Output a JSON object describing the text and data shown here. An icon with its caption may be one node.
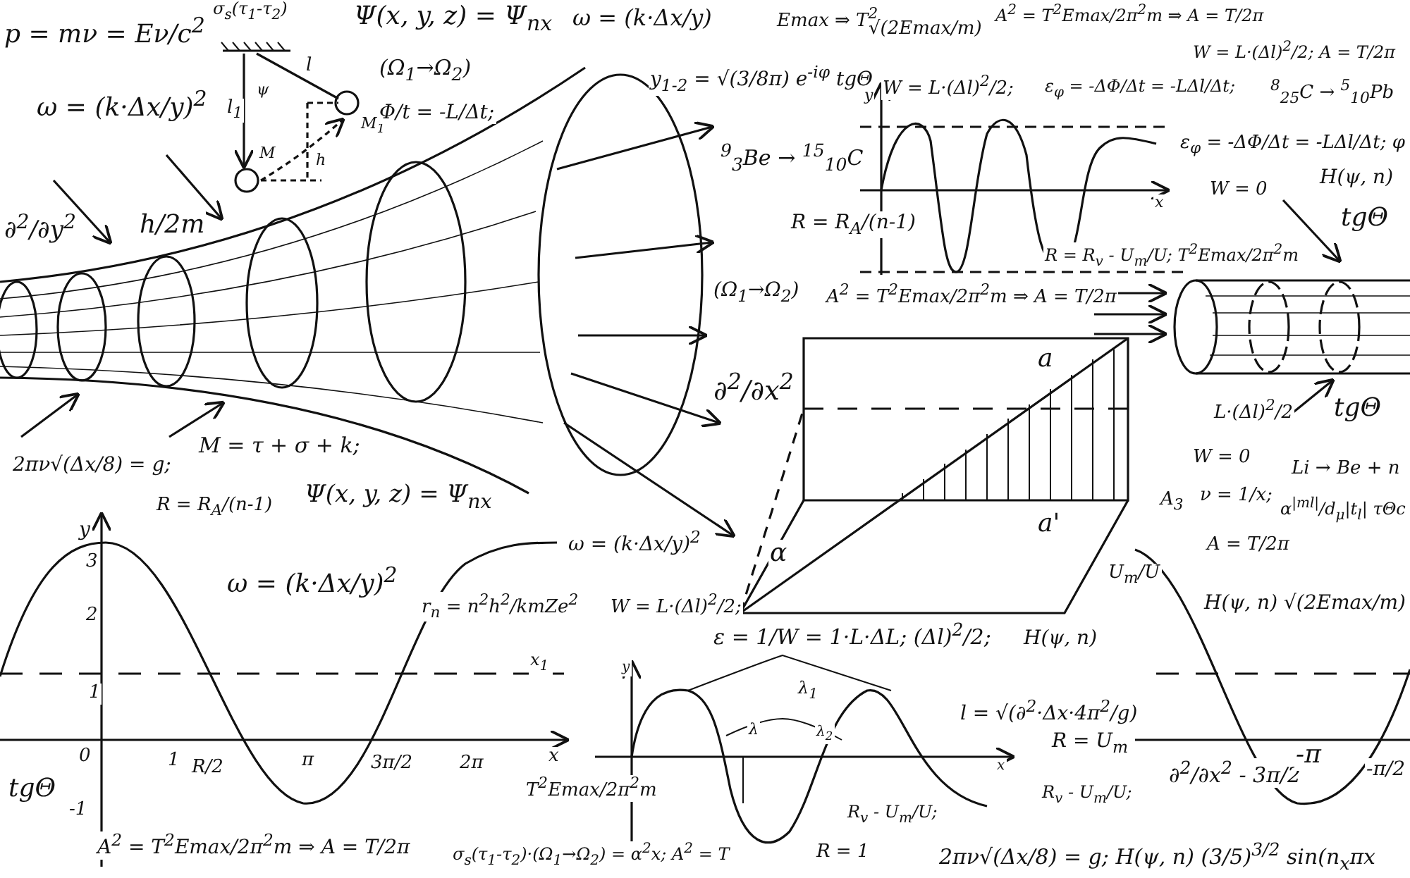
{
  "diagram": {
    "labels": [
      "p = mν = Eν/c$^{2}$",
      "ω = (k·Δx/y)$^{2}$",
      "∂$^{2}$/∂y$^{2}$",
      "h/2m",
      "σ$_{s}$(τ$_{1}$-τ$_{2}$)",
      "l",
      "l$_{1}$",
      "ψ",
      "M",
      "M$_{1}$",
      "h",
      "Φ/t = -L/Δt;",
      "Ψ(x, y, z) = Ψ$_{nx}$",
      "ω = (k·Δx/y)",
      "(Ω$_{1}$→Ω$_{2}$)",
      "Emax ⇒ T$^{2}$",
      "√(2Emax/m)",
      "y$_{1-2}$ = √(3/8π) e$^{-iφ}$ tgΘ",
      "W = L·(Δl)$^{2}$/2;",
      "ε$_{φ}$ = -ΔΦ/Δt = -LΔl/Δt;",
      "$^{8}$$_{25}$C → $^{5}$$_{10}$Pb",
      "A$^{2}$ = T$^{2}$Emax/2π$^{2}$m ⇒ A = T/2π",
      "W = L·(Δl)$^{2}$/2; A = T/2π",
      "$^{9}$$_{3}$Be → $^{15}$$_{10}$C",
      "R = R$_{A}$/(n-1)",
      "(Ω$_{1}$→Ω$_{2}$)",
      "A$^{2}$ = T$^{2}$Emax/2π$^{2}$m ⇒ A = T/2π",
      "ε$_{φ}$ = -ΔΦ/Δt = -LΔl/Δt; φ",
      "W = 0",
      "H(ψ, n)",
      "tgΘ",
      "R = R$_{v}$ - U$_{m}$/U; T$^{2}$Emax/2π$^{2}$m",
      "y",
      "x",
      "∂$^{2}$/∂x$^{2}$",
      "a",
      "a'",
      "α",
      "L·(Δl)$^{2}$/2",
      "tgΘ",
      "W = 0",
      "Li → Be + n",
      "A$_{3}$",
      "ν = 1/x;",
      "α$^{|ml|}$/d$_{μ}$|t$_{l}$| τΘc",
      "A = T/2π",
      "U$_{m}$/U",
      "H(ψ, n) √(2Emax/m)",
      "2πν√(Δx/8) = g;",
      "M = τ + σ + k;",
      "R = R$_{A}$/(n-1)",
      "Ψ(x, y, z) = Ψ$_{nx}$",
      "ω = (k·Δx/y)$^{2}$",
      "r$_{n}$ = n$^{2}$h$^{2}$/kmZe$^{2}$",
      "x$_{1}$",
      "y",
      "3",
      "2",
      "1",
      "0",
      "-1",
      "1",
      "R/2",
      "π",
      "3π/2",
      "2π",
      "x",
      "tgΘ",
      "T$^{2}$Emax/2π$^{2}$m",
      "A$^{2}$ = T$^{2}$Emax/2π$^{2}$m ⇒ A = T/2π",
      "σ$_{s}$(τ$_{1}$-τ$_{2}$)·(Ω$_{1}$→Ω$_{2}$) = α$^{2}$x; A$^{2}$ = T",
      "ω = (k·Δx/y)$^{2}$",
      "W = L·(Δl)$^{2}$/2;",
      "ε = 1/W = 1·L·ΔL; (Δl)$^{2}$/2;",
      "H(ψ, n)",
      "λ$_{1}$",
      "λ",
      "λ$_{2}$",
      "y",
      "x",
      "l = √(∂$^{2}$·Δx·4π$^{2}$/g)",
      "R = U$_{m}$",
      "R$_{v}$ - U$_{m}$/U;",
      "R = 1",
      "R$_{v}$ - U$_{m}$/U;",
      "2πν√(Δx/8) = g; H(ψ, n) (3/5)$^{3/2}$ sin(n$_{x}$πx",
      "∂$^{2}$/∂x$^{2}$ - 3π/2",
      "-π",
      "-π/2"
    ]
  }
}
